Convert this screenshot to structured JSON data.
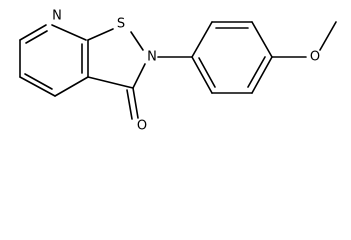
{
  "structure": {
    "atoms": {
      "pyridine_n": "N",
      "sulfur": "S",
      "ring_n": "N",
      "carbonyl_o": "O",
      "methoxy_o": "O"
    }
  }
}
